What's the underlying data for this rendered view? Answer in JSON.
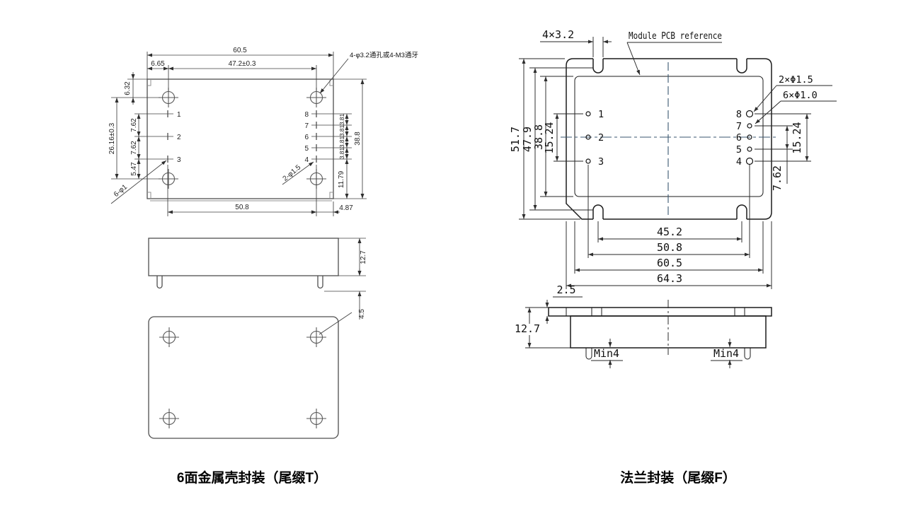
{
  "colors": {
    "left_fill": "#a8cbe8",
    "right_fill": "#a2c7e4",
    "line_left": "#4f4f4f",
    "line_right": "#1b1b1b"
  },
  "left": {
    "caption": "6面金属壳封装（尾缀T）",
    "labels": {
      "holes": "4-φ3.2通孔或4-M3通牙",
      "pins_small": "6-φ1",
      "pins_big": "2-φ1.5"
    },
    "dims": {
      "w_total": "60.5",
      "hole_off_x": "6.65",
      "hole_span_x": "47.2±0.3",
      "edge_hole_y": "6.32",
      "hole_span_y": "26.16±0.3",
      "pitch_a": "7.62",
      "pitch_b": "7.62",
      "pin3_hole": "5.47",
      "pitch_381": "3.81",
      "h_total": "38.8",
      "pin4_edge": "11.79",
      "pin_span": "50.8",
      "pin_edge": "4.87",
      "body_h": "12.7",
      "pin_len": "4.5"
    },
    "pins_left": [
      "1",
      "2",
      "3"
    ],
    "pins_right": [
      "8",
      "7",
      "6",
      "5",
      "4"
    ]
  },
  "right": {
    "caption": "法兰封装（尾缀F）",
    "labels": {
      "slot": "4×3.2",
      "pcb": "Module PCB reference",
      "big": "2×Φ1.5",
      "small": "6×Φ1.0",
      "min_left": "Min4",
      "min_right": "Min4"
    },
    "dims": {
      "flange_h": "51.7",
      "slot_span_y": "47.9",
      "body_h": "38.8",
      "pin_span_l": "15.24",
      "pin_span_r": "15.24",
      "pin_gap": "7.62",
      "slot_span_x": "45.2",
      "pin_span_x": "50.8",
      "body_w": "60.5",
      "flange_w": "64.3",
      "flange_t": "2.5",
      "height": "12.7"
    },
    "pins_left": [
      "1",
      "2",
      "3"
    ],
    "pins_right": [
      "8",
      "7",
      "6",
      "5",
      "4"
    ]
  }
}
